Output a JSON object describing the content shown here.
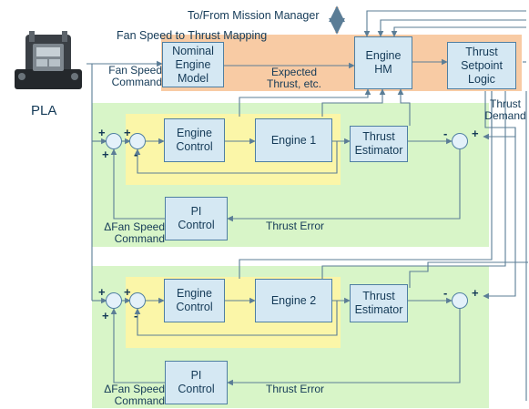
{
  "colors": {
    "orange_band": "#f8cba4",
    "green_panel": "#d8f5c8",
    "yellow_loop": "#fbf6a8",
    "block_fill": "#d5e8f3",
    "block_border": "#4f7fa2",
    "line": "#5b7d96",
    "text": "#143a57",
    "mission_arrow": "#ee7d33"
  },
  "top": {
    "mission_manager": "To/From Mission Manager",
    "fan_speed_mapping": "Fan Speed to Thrust Mapping",
    "fan_speed_command": "Fan Speed\nCommand",
    "expected_thrust": "Expected\nThrust, etc.",
    "thrust_demand": "Thrust\nDemand"
  },
  "pla": {
    "label": "PLA",
    "icon": "throttle-quadrant-icon"
  },
  "blocks": {
    "nominal_model": "Nominal\nEngine\nModel",
    "engine_hm": "Engine\nHM",
    "setpoint_logic": "Thrust\nSetpoint\nLogic"
  },
  "channels": [
    {
      "engine_control": "Engine\nControl",
      "engine": "Engine 1",
      "estimator": "Thrust\nEstimator",
      "pi_control": "PI\nControl",
      "thrust_error": "Thrust Error",
      "delta_command": "ΔFan Speed\nCommand",
      "signs": {
        "outer_top": "+",
        "outer_bottom": "+",
        "inner_top": "+",
        "inner_bottom": "-",
        "err_left": "-",
        "err_right": "+"
      }
    },
    {
      "engine_control": "Engine\nControl",
      "engine": "Engine 2",
      "estimator": "Thrust\nEstimator",
      "pi_control": "PI\nControl",
      "thrust_error": "Thrust Error",
      "delta_command": "ΔFan Speed\nCommand",
      "signs": {
        "outer_top": "+",
        "outer_bottom": "+",
        "inner_top": "+",
        "inner_bottom": "-",
        "err_left": "-",
        "err_right": "+"
      }
    }
  ]
}
